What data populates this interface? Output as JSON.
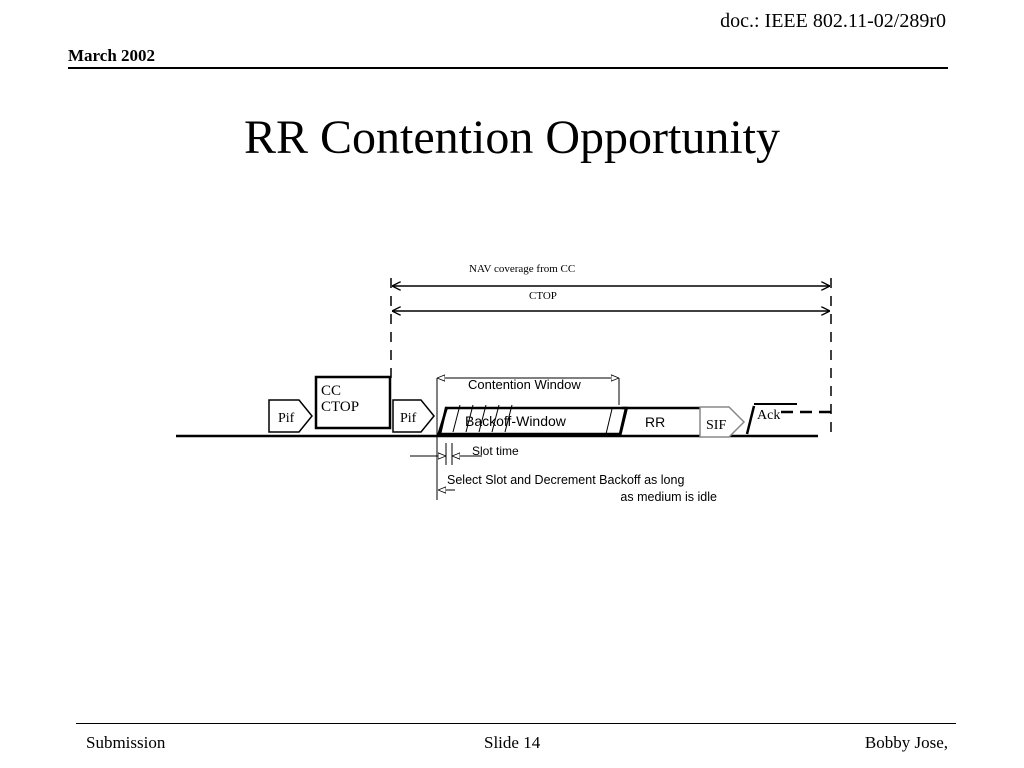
{
  "header": {
    "doc": "doc.: IEEE 802.11-02/289r0",
    "date": "March 2002"
  },
  "title": "RR Contention Opportunity",
  "diagram": {
    "nav": "NAV coverage from CC",
    "ctop": "CTOP",
    "contention_window": "Contention Window",
    "cc_line1": "CC",
    "cc_line2": "CTOP",
    "pif": "Pif",
    "backoff": "Backoff-Window",
    "rr": "RR",
    "sif": "SIF",
    "ack": "Ack",
    "slot_time": "Slot time",
    "select_line1": "Select Slot and Decrement Backoff as long",
    "select_line2": "as medium is idle"
  },
  "footer": {
    "left": "Submission",
    "center": "Slide 14",
    "right": "Bobby Jose,"
  }
}
